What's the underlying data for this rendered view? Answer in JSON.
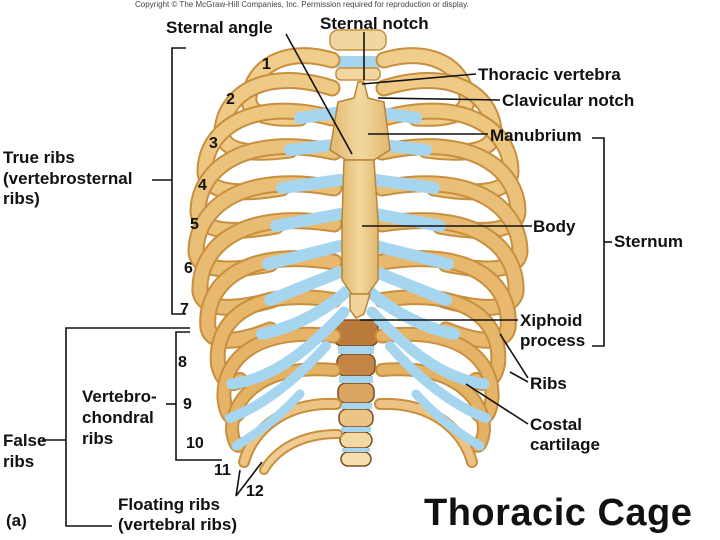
{
  "copyright": "Copyright © The McGraw-Hill Companies, Inc. Permission required for reproduction or display.",
  "title": "Thoracic Cage",
  "subfigure": "(a)",
  "labels": {
    "sternal_angle": "Sternal angle",
    "sternal_notch": "Sternal notch",
    "thoracic_vertebra": "Thoracic vertebra",
    "clavicular_notch": "Clavicular notch",
    "manubrium": "Manubrium",
    "body": "Body",
    "sternum": "Sternum",
    "xiphoid_process_1": "Xiphoid",
    "xiphoid_process_2": "process",
    "ribs": "Ribs",
    "costal_cartilage_1": "Costal",
    "costal_cartilage_2": "cartilage",
    "true_ribs_1": "True ribs",
    "true_ribs_2": "(vertebrosternal",
    "true_ribs_3": "ribs)",
    "vertebrochondral_1": "Vertebro-",
    "vertebrochondral_2": "chondral",
    "vertebrochondral_3": "ribs",
    "false_ribs_1": "False",
    "false_ribs_2": "ribs",
    "floating_ribs_1": "Floating ribs",
    "floating_ribs_2": "(vertebral ribs)"
  },
  "rib_numbers": [
    "1",
    "2",
    "3",
    "4",
    "5",
    "6",
    "7",
    "8",
    "9",
    "10",
    "11",
    "12"
  ],
  "colors": {
    "bone": "#e9bd72",
    "bone_dark": "#c78f3e",
    "cartilage": "#a6d6ef",
    "vertebra": "#b97a3c"
  }
}
